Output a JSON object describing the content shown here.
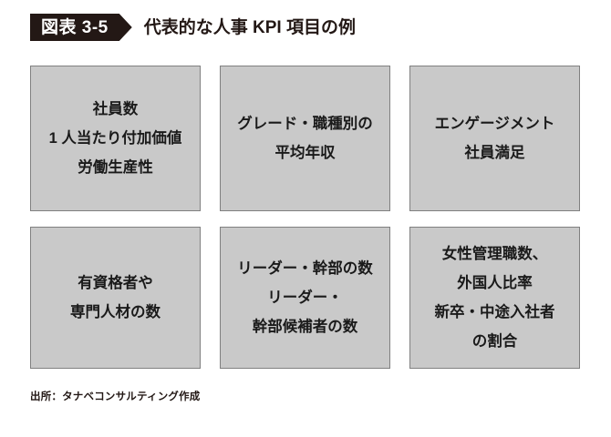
{
  "header": {
    "badge_label": "図表 3-5",
    "title": "代表的な人事 KPI 項目の例",
    "badge_color": "#231815",
    "badge_text_color": "#ffffff",
    "title_color": "#231815"
  },
  "boxes": [
    {
      "id": "headcount-productivity",
      "lines": [
        "社員数",
        "1 人当たり付加価値",
        "労働生産性"
      ]
    },
    {
      "id": "average-annual-income",
      "lines": [
        "グレード・職種別の",
        "平均年収"
      ]
    },
    {
      "id": "engagement-satisfaction",
      "lines": [
        "エンゲージメント",
        "社員満足"
      ]
    },
    {
      "id": "qualified-specialist-count",
      "lines": [
        "有資格者や",
        "専門人材の数"
      ]
    },
    {
      "id": "leader-executive-count",
      "lines": [
        "リーダー・幹部の数",
        "リーダー・",
        "幹部候補者の数"
      ]
    },
    {
      "id": "diversity-ratios",
      "lines": [
        "女性管理職数、",
        "外国人比率",
        "新卒・中途入社者",
        "の割合"
      ]
    }
  ],
  "footer": {
    "source": "出所：タナベコンサルティング作成"
  },
  "style": {
    "box_fill": "#c9c9c9",
    "box_border": "#808080",
    "background": "#ffffff",
    "text_color": "#1a1a1a"
  }
}
